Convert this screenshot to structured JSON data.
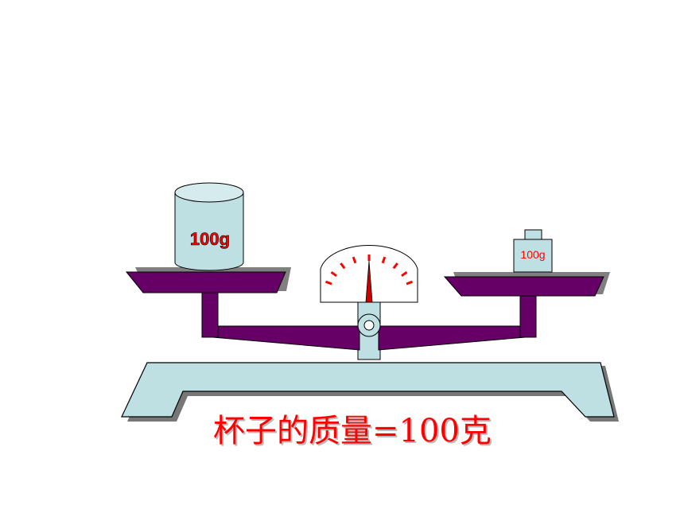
{
  "diagram": {
    "left_weight_label": "100g",
    "right_weight_label": "100g",
    "caption": "杯子的质量=100克"
  },
  "colors": {
    "beam": "#660066",
    "base": "#bfe0e3",
    "cup": "#bfe0e3",
    "label": "#ff0000",
    "needle": "#cc0000"
  }
}
